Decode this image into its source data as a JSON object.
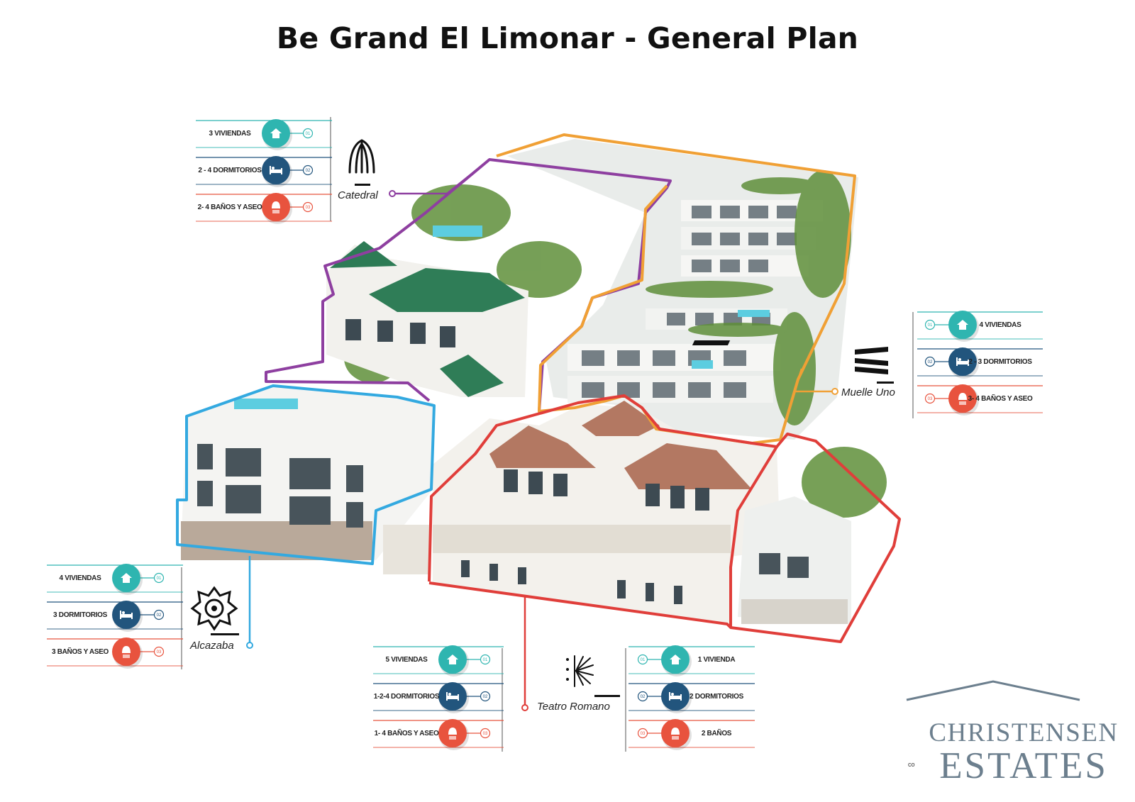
{
  "title": "Be Grand El Limonar - General Plan",
  "colors": {
    "catedral": "#8e3fa0",
    "muelle_uno": "#f0a035",
    "alcazaba": "#33a9e0",
    "teatro_romano": "#e03e3a",
    "teal": "#2fb5b0",
    "blue": "#22557d",
    "red": "#e8533e",
    "logo": "#6c7f8e"
  },
  "icons": [
    "home-icon",
    "bed-icon",
    "shower-icon"
  ],
  "blocks": [
    {
      "id": "catedral",
      "name": "Catedral",
      "items": [
        "3 VIVIENDAS",
        "2 - 4 DORMITORIOS",
        "2- 4 BAÑOS Y ASEO"
      ],
      "numbers": [
        "01",
        "02",
        "03"
      ]
    },
    {
      "id": "muelle_uno",
      "name": "Muelle Uno",
      "items": [
        "4 VIVIENDAS",
        "2 - 3 DORMITORIOS",
        "3- 4 BAÑOS Y ASEO"
      ],
      "numbers": [
        "01",
        "02",
        "03"
      ]
    },
    {
      "id": "alcazaba",
      "name": "Alcazaba",
      "items": [
        "4 VIVIENDAS",
        "3 DORMITORIOS",
        "3 BAÑOS Y ASEO"
      ],
      "numbers": [
        "01",
        "02",
        "03"
      ]
    },
    {
      "id": "teatro_romano",
      "name": "Teatro Romano",
      "items_left": [
        "5 VIVIENDAS",
        "1-2-4 DORMITORIOS",
        "1- 4 BAÑOS Y ASEO"
      ],
      "items_right": [
        "1 VIVIENDA",
        "2 DORMITORIOS",
        "2 BAÑOS"
      ],
      "numbers": [
        "01",
        "02",
        "03"
      ]
    }
  ],
  "logo": {
    "line1": "CHRISTENSEN",
    "line2": "ESTATES",
    "mark": "co"
  }
}
